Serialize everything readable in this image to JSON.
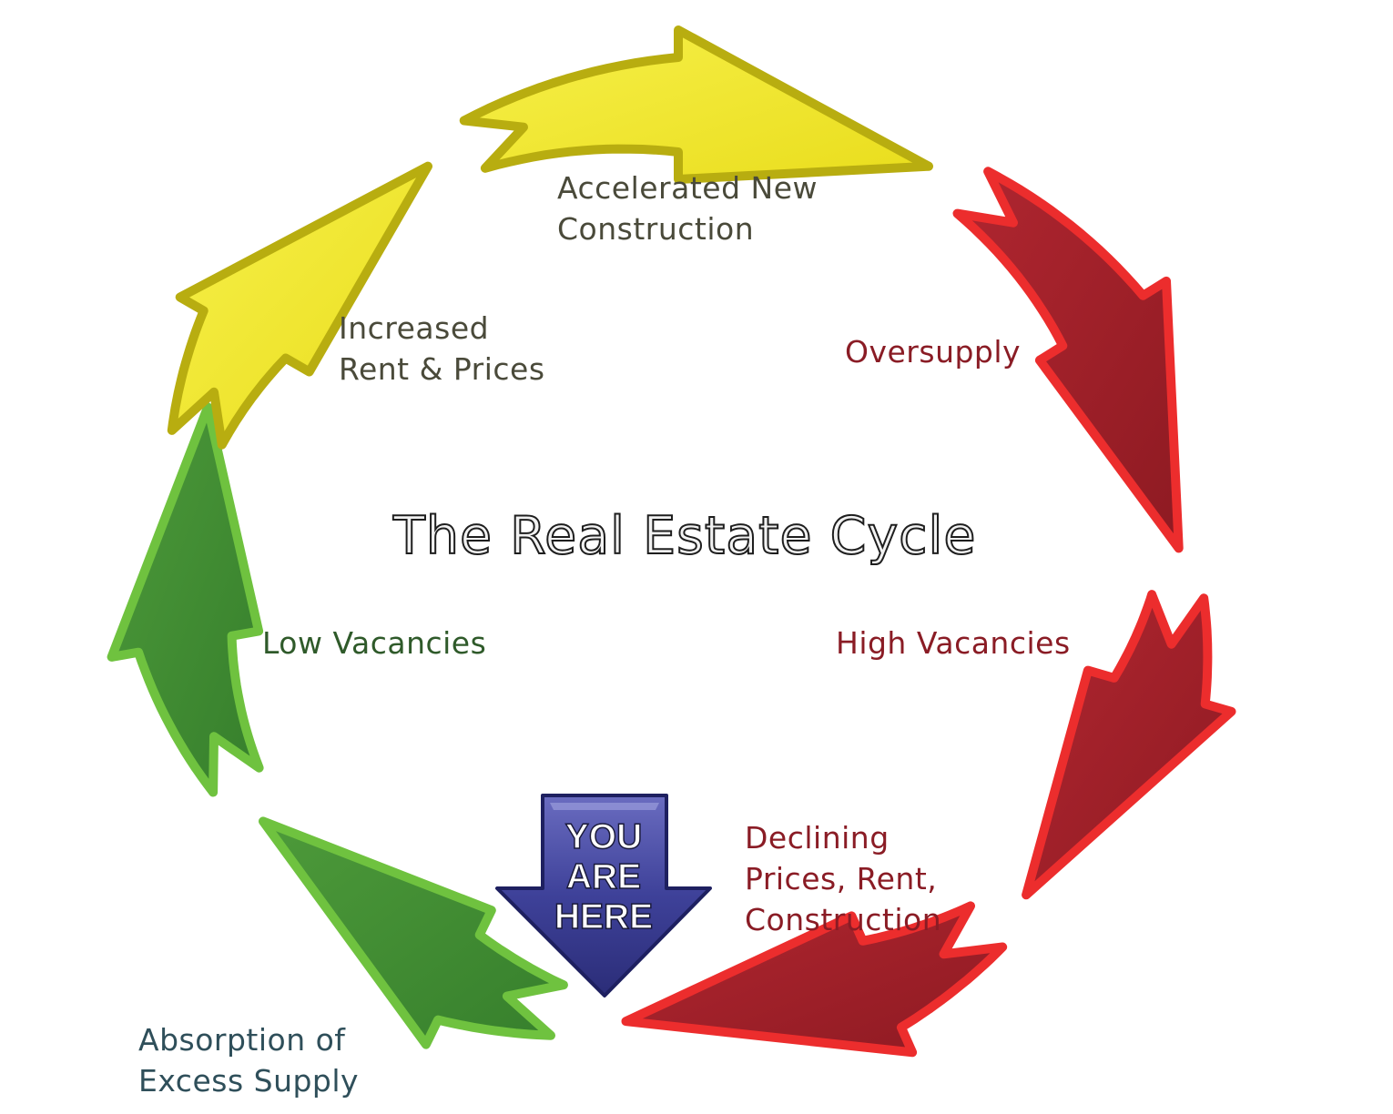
{
  "title": "The Real Estate Cycle",
  "stages": [
    {
      "id": "accelerated-new-construction",
      "lines": [
        "Accelerated New",
        "Construction"
      ],
      "phase": "yellow"
    },
    {
      "id": "oversupply",
      "lines": [
        "Oversupply"
      ],
      "phase": "red"
    },
    {
      "id": "high-vacancies",
      "lines": [
        "High Vacancies"
      ],
      "phase": "red"
    },
    {
      "id": "declining-prices",
      "lines": [
        "Declining",
        "Prices, Rent,",
        "Construction"
      ],
      "phase": "red"
    },
    {
      "id": "absorption-of-excess-supply",
      "lines": [
        "Absorption of",
        "Excess Supply"
      ],
      "phase": "green"
    },
    {
      "id": "low-vacancies",
      "lines": [
        "Low Vacancies"
      ],
      "phase": "green"
    },
    {
      "id": "increased-rent-prices",
      "lines": [
        "Increased",
        "Rent & Prices"
      ],
      "phase": "yellow"
    }
  ],
  "marker": {
    "lines": [
      "YOU",
      "ARE",
      "HERE"
    ]
  },
  "colors": {
    "yellow_fill": "#f3e92a",
    "yellow_edge": "#b8ad10",
    "red_fill": "#a5202a",
    "red_edge": "#ec2d2d",
    "green_fill": "#3f8e32",
    "green_edge": "#6fc23f",
    "marker_fill": "#3b3f95",
    "marker_edge": "#1e2060"
  },
  "icons": [
    "curved-arrow-icon",
    "down-arrow-icon"
  ]
}
